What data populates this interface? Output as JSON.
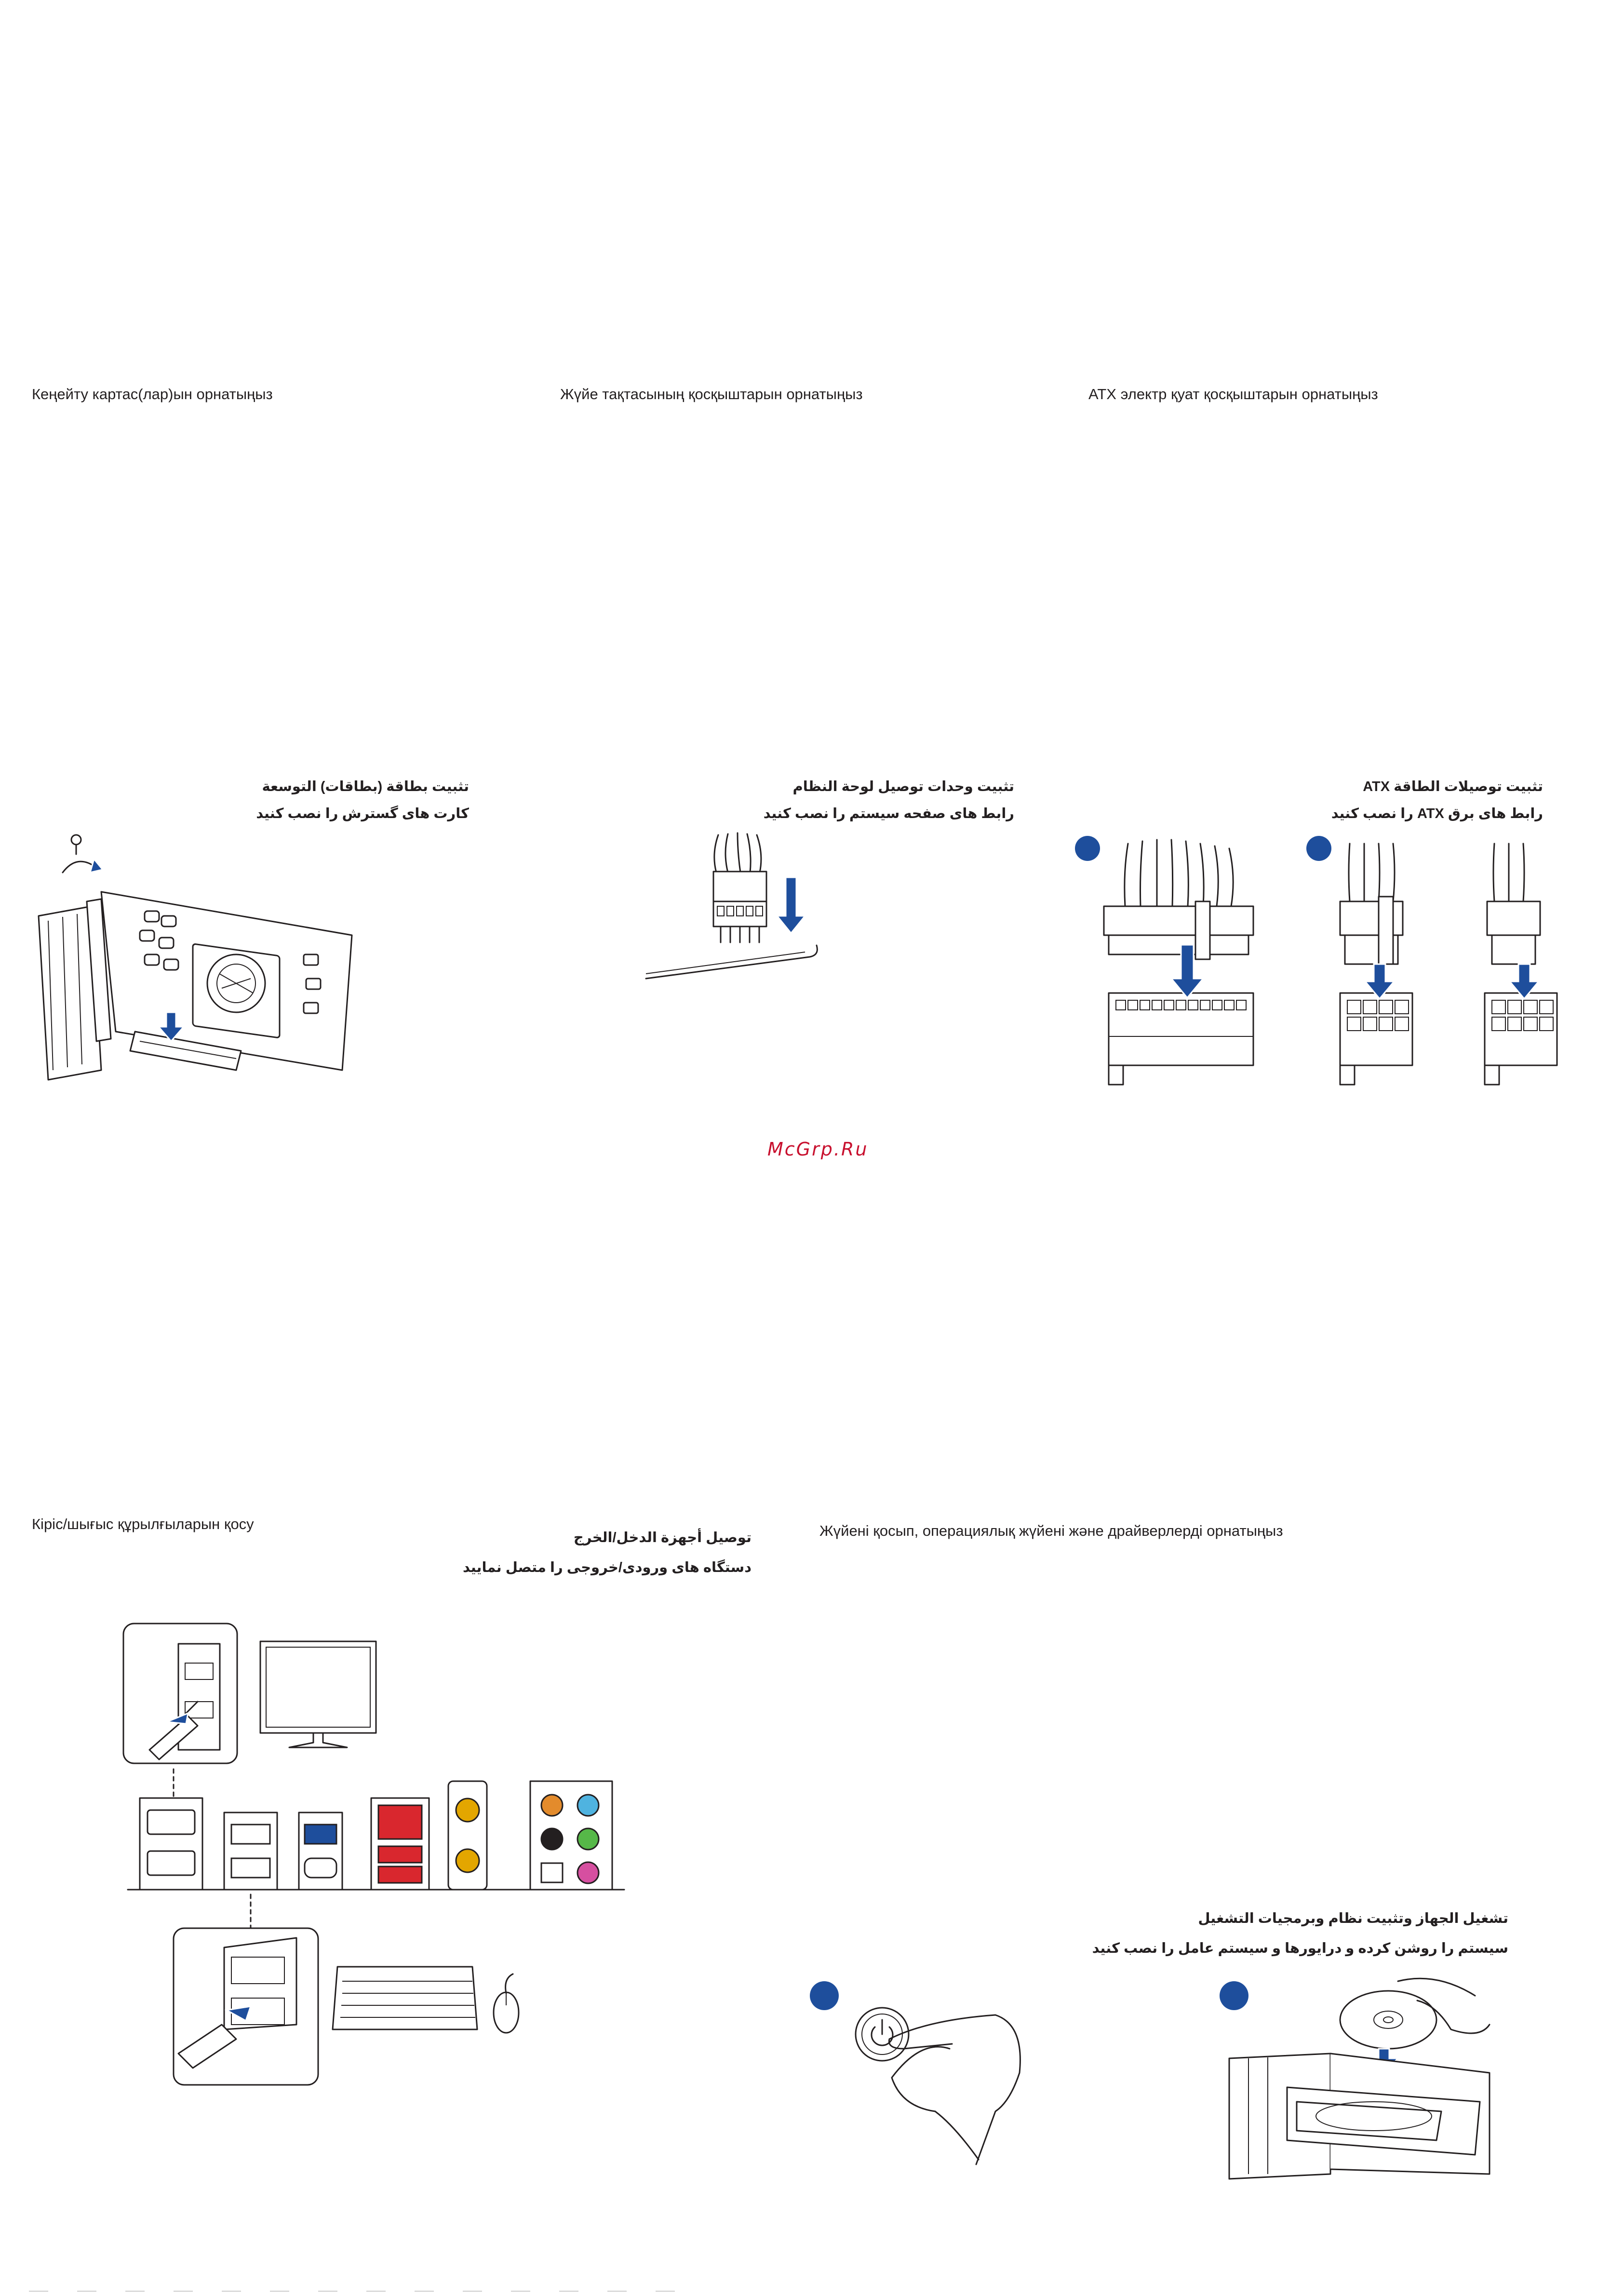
{
  "sections": {
    "expansion": {
      "kz_title": "Кеңейту картас(лар)ын орнатыңыз",
      "ar_title": "تثبيت بطاقة (بطاقات) التوسعة",
      "fa_title": "کارت های گسترش را نصب کنید"
    },
    "panel": {
      "kz_title": "Жүйе тақтасының қосқыштарын орнатыңыз",
      "ar_title": "تثبيت وحدات توصيل لوحة النظام",
      "fa_title": "رابط های صفحه سیستم را نصب کنید"
    },
    "atx": {
      "kz_title": "ATX электр қуат қосқыштарын орнатыңыз",
      "ar_title": "تثبيت توصيلات الطاقة ATX",
      "fa_title": "رابط های برق ATX را نصب کنید"
    },
    "io": {
      "kz_title": "Кіріс/шығыс құрылғыларын қосу",
      "ar_title": "توصيل أجهزة الدخل/الخرج",
      "fa_title": "دستگاه های ورودی/خروجی را متصل نمایید"
    },
    "power_on": {
      "kz_title": "Жүйені қосып, операциялық жүйені және драйверлерді орнатыңыз",
      "ar_title": "تشغيل الجهاز وتثبيت نظام وبرمجيات التشغيل",
      "fa_title": "سیستم را روشن کرده و درایورها و سیستم عامل را نصب کنید"
    }
  },
  "watermark": "McGrp.Ru",
  "colors": {
    "accent_blue": "#1e4e9c",
    "text": "#231f20",
    "watermark_red": "#c8102e"
  }
}
